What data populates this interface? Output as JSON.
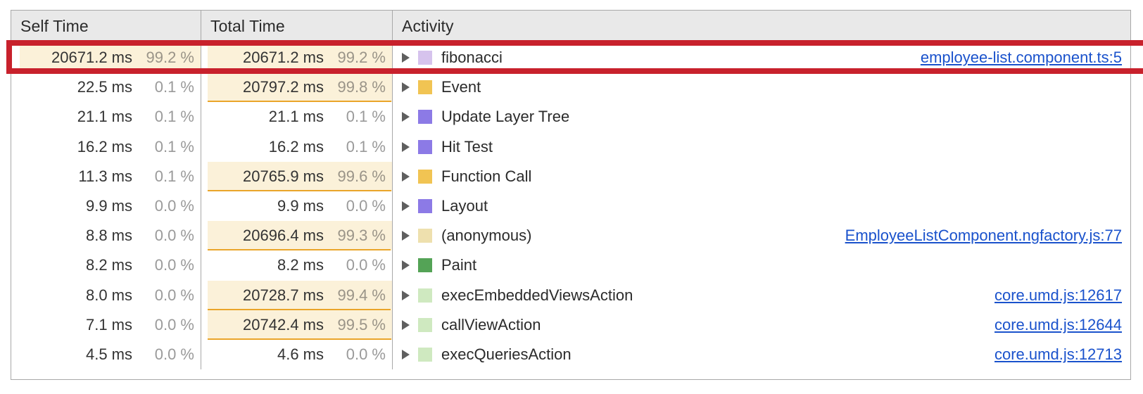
{
  "panel": {
    "name": "devtools-performance-bottom-up",
    "columns": {
      "self_time": "Self Time",
      "total_time": "Total Time",
      "activity": "Activity"
    }
  },
  "colors": {
    "annotation_red": "#c8212c",
    "highlight_bg": "#fbf1d9",
    "bar_orange": "#eaa52a",
    "link_blue": "#1a52cc",
    "header_bg": "#e9e9e9",
    "border_gray": "#a8a8a8",
    "percent_gray": "#9a9a9a"
  },
  "rows": [
    {
      "self_ms": "20671.2 ms",
      "self_pct": "99.2 %",
      "self_highlight": true,
      "self_bar_pct": 99.2,
      "total_ms": "20671.2 ms",
      "total_pct": "99.2 %",
      "total_highlight": true,
      "total_bar_pct": 99.2,
      "activity": "fibonacci",
      "swatch_color": "#d6c3ed",
      "swatch_name": "scripting-light-purple-swatch",
      "source": "employee-list.component.ts:5",
      "annotated": true
    },
    {
      "self_ms": "22.5 ms",
      "self_pct": "0.1 %",
      "self_highlight": false,
      "self_bar_pct": 0.1,
      "total_ms": "20797.2 ms",
      "total_pct": "99.8 %",
      "total_highlight": true,
      "total_bar_pct": 99.8,
      "activity": "Event",
      "swatch_color": "#f1c453",
      "swatch_name": "scripting-yellow-swatch",
      "source": "",
      "annotated": false
    },
    {
      "self_ms": "21.1 ms",
      "self_pct": "0.1 %",
      "self_highlight": false,
      "self_bar_pct": 0.1,
      "total_ms": "21.1 ms",
      "total_pct": "0.1 %",
      "total_highlight": false,
      "total_bar_pct": 0.1,
      "activity": "Update Layer Tree",
      "swatch_color": "#8c7ae6",
      "swatch_name": "rendering-purple-swatch",
      "source": "",
      "annotated": false
    },
    {
      "self_ms": "16.2 ms",
      "self_pct": "0.1 %",
      "self_highlight": false,
      "self_bar_pct": 0.1,
      "total_ms": "16.2 ms",
      "total_pct": "0.1 %",
      "total_highlight": false,
      "total_bar_pct": 0.1,
      "activity": "Hit Test",
      "swatch_color": "#8c7ae6",
      "swatch_name": "rendering-purple-swatch",
      "source": "",
      "annotated": false
    },
    {
      "self_ms": "11.3 ms",
      "self_pct": "0.1 %",
      "self_highlight": false,
      "self_bar_pct": 0.1,
      "total_ms": "20765.9 ms",
      "total_pct": "99.6 %",
      "total_highlight": true,
      "total_bar_pct": 99.6,
      "activity": "Function Call",
      "swatch_color": "#f1c453",
      "swatch_name": "scripting-yellow-swatch",
      "source": "",
      "annotated": false
    },
    {
      "self_ms": "9.9 ms",
      "self_pct": "0.0 %",
      "self_highlight": false,
      "self_bar_pct": 0.0,
      "total_ms": "9.9 ms",
      "total_pct": "0.0 %",
      "total_highlight": false,
      "total_bar_pct": 0.0,
      "activity": "Layout",
      "swatch_color": "#8c7ae6",
      "swatch_name": "rendering-purple-swatch",
      "source": "",
      "annotated": false
    },
    {
      "self_ms": "8.8 ms",
      "self_pct": "0.0 %",
      "self_highlight": false,
      "self_bar_pct": 0.0,
      "total_ms": "20696.4 ms",
      "total_pct": "99.3 %",
      "total_highlight": true,
      "total_bar_pct": 99.3,
      "activity": "(anonymous)",
      "swatch_color": "#eee0ae",
      "swatch_name": "scripting-pale-yellow-swatch",
      "source": "EmployeeListComponent.ngfactory.js:77",
      "annotated": false
    },
    {
      "self_ms": "8.2 ms",
      "self_pct": "0.0 %",
      "self_highlight": false,
      "self_bar_pct": 0.0,
      "total_ms": "8.2 ms",
      "total_pct": "0.0 %",
      "total_highlight": false,
      "total_bar_pct": 0.0,
      "activity": "Paint",
      "swatch_color": "#54a356",
      "swatch_name": "painting-green-swatch",
      "source": "",
      "annotated": false
    },
    {
      "self_ms": "8.0 ms",
      "self_pct": "0.0 %",
      "self_highlight": false,
      "self_bar_pct": 0.0,
      "total_ms": "20728.7 ms",
      "total_pct": "99.4 %",
      "total_highlight": true,
      "total_bar_pct": 99.4,
      "activity": "execEmbeddedViewsAction",
      "swatch_color": "#cfe9c0",
      "swatch_name": "painting-light-green-swatch",
      "source": "core.umd.js:12617",
      "annotated": false
    },
    {
      "self_ms": "7.1 ms",
      "self_pct": "0.0 %",
      "self_highlight": false,
      "self_bar_pct": 0.0,
      "total_ms": "20742.4 ms",
      "total_pct": "99.5 %",
      "total_highlight": true,
      "total_bar_pct": 99.5,
      "activity": "callViewAction",
      "swatch_color": "#cfe9c0",
      "swatch_name": "painting-light-green-swatch",
      "source": "core.umd.js:12644",
      "annotated": false
    },
    {
      "self_ms": "4.5 ms",
      "self_pct": "0.0 %",
      "self_highlight": false,
      "self_bar_pct": 0.0,
      "total_ms": "4.6 ms",
      "total_pct": "0.0 %",
      "total_highlight": false,
      "total_bar_pct": 0.0,
      "activity": "execQueriesAction",
      "swatch_color": "#cfe9c0",
      "swatch_name": "painting-light-green-swatch",
      "source": "core.umd.js:12713",
      "annotated": false
    }
  ]
}
